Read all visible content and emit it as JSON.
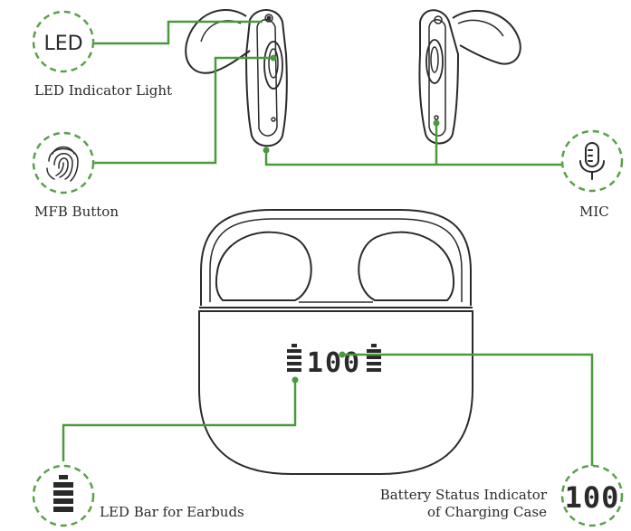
{
  "colors": {
    "leader": "#4a9a3c",
    "dash": "#5aa04a",
    "outline": "#2a2a2a"
  },
  "callouts": {
    "led_circle_text": "LED",
    "led_label": "LED Indicator Light",
    "mfb_label": "MFB Button",
    "mic_label": "MIC",
    "led_bar_label": "LED Bar for Earbuds",
    "battery_label_line1": "Battery Status Indicator",
    "battery_label_line2": "of Charging Case"
  },
  "case_display": {
    "digits": "100",
    "icon_digits": "100"
  },
  "icons": {
    "mfb": "fingerprint-icon",
    "mic": "microphone-icon",
    "led_bar": "battery-bar-icon",
    "battery_display": "digital-display-icon"
  }
}
